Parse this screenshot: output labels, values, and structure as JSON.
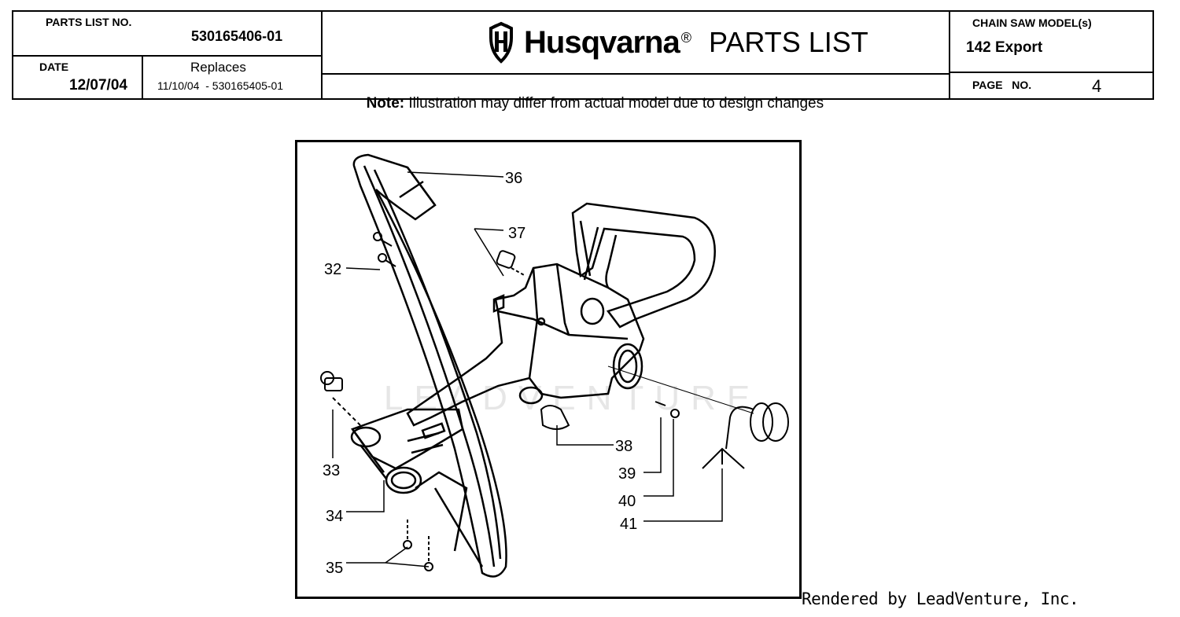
{
  "header": {
    "parts_list_no_label": "PARTS LIST NO.",
    "parts_list_no": "530165406-01",
    "date_label": "DATE",
    "date": "12/07/04",
    "replaces_label": "Replaces",
    "replaces": "11/10/04  - 530165405-01",
    "brand": "Husqvarna",
    "brand_mark": "®",
    "title": "PARTS LIST",
    "note_label": "Note:",
    "note_text": " Illustration may differ from actual model due to design changes",
    "model_label": "CHAIN SAW MODEL(s)",
    "model": "142 Export",
    "page_label": "PAGE   NO.",
    "page_no": "4"
  },
  "diagram": {
    "callouts": [
      "36",
      "37",
      "32",
      "33",
      "34",
      "35",
      "38",
      "39",
      "40",
      "41"
    ],
    "watermark": "LEADVENTURE"
  },
  "footer": {
    "rendered_by": "Rendered by LeadVenture, Inc."
  }
}
